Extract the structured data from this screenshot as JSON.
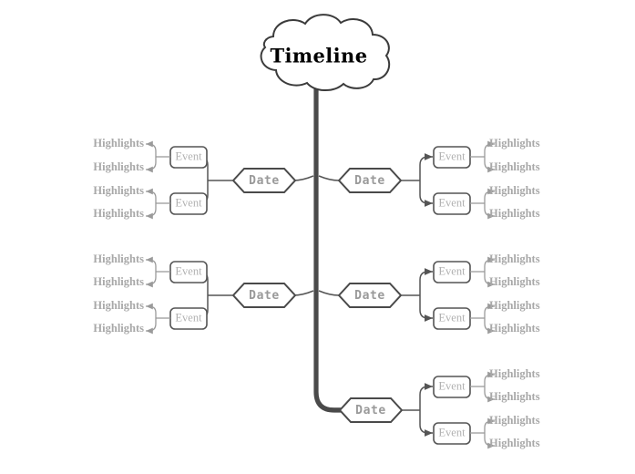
{
  "diagram": {
    "type": "timeline-mind-map",
    "root": {
      "label": "Timeline",
      "shape": "cloud"
    },
    "node_labels": {
      "date": "Date",
      "event": "Event",
      "highlight": "Highlights"
    },
    "colors": {
      "root_text": "#000000",
      "date_text": "#9a9a9a",
      "event_text": "#b0b0b0",
      "highlight_text": "#a8a8a8",
      "outline_dark": "#3b3b3b",
      "outline_mid": "#4a4a4a",
      "outline_light": "#9a9a9a",
      "background": "#ffffff"
    },
    "branches": [
      {
        "id": "branch-1-left",
        "side": "left",
        "date": "Date",
        "events": [
          {
            "label": "Event",
            "highlights": [
              "Highlights",
              "Highlights"
            ]
          },
          {
            "label": "Event",
            "highlights": [
              "Highlights",
              "Highlights"
            ]
          }
        ]
      },
      {
        "id": "branch-1-right",
        "side": "right",
        "date": "Date",
        "events": [
          {
            "label": "Event",
            "highlights": [
              "Highlights",
              "Highlights"
            ]
          },
          {
            "label": "Event",
            "highlights": [
              "Highlights",
              "Highlights"
            ]
          }
        ]
      },
      {
        "id": "branch-2-left",
        "side": "left",
        "date": "Date",
        "events": [
          {
            "label": "Event",
            "highlights": [
              "Highlights",
              "Highlights"
            ]
          },
          {
            "label": "Event",
            "highlights": [
              "Highlights",
              "Highlights"
            ]
          }
        ]
      },
      {
        "id": "branch-2-right",
        "side": "right",
        "date": "Date",
        "events": [
          {
            "label": "Event",
            "highlights": [
              "Highlights",
              "Highlights"
            ]
          },
          {
            "label": "Event",
            "highlights": [
              "Highlights",
              "Highlights"
            ]
          }
        ]
      },
      {
        "id": "branch-3-right",
        "side": "right",
        "date": "Date",
        "events": [
          {
            "label": "Event",
            "highlights": [
              "Highlights",
              "Highlights"
            ]
          },
          {
            "label": "Event",
            "highlights": [
              "Highlights",
              "Highlights"
            ]
          }
        ]
      }
    ]
  }
}
